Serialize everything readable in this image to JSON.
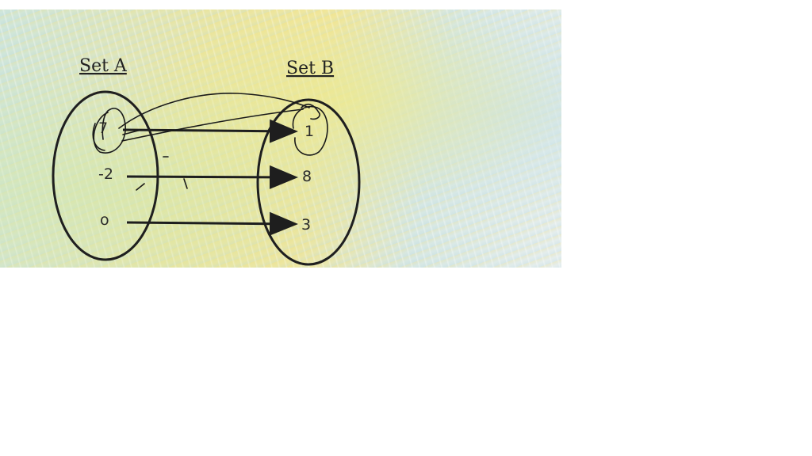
{
  "diagram": {
    "set_a_title": "Set A",
    "set_b_title": "Set B",
    "set_a_elements": [
      "7",
      "-2",
      "o"
    ],
    "set_b_elements": [
      "1",
      "8",
      "3"
    ],
    "mappings": [
      {
        "from": "7",
        "to": "1"
      },
      {
        "from": "-2",
        "to": "8"
      },
      {
        "from": "o",
        "to": "3"
      }
    ]
  }
}
